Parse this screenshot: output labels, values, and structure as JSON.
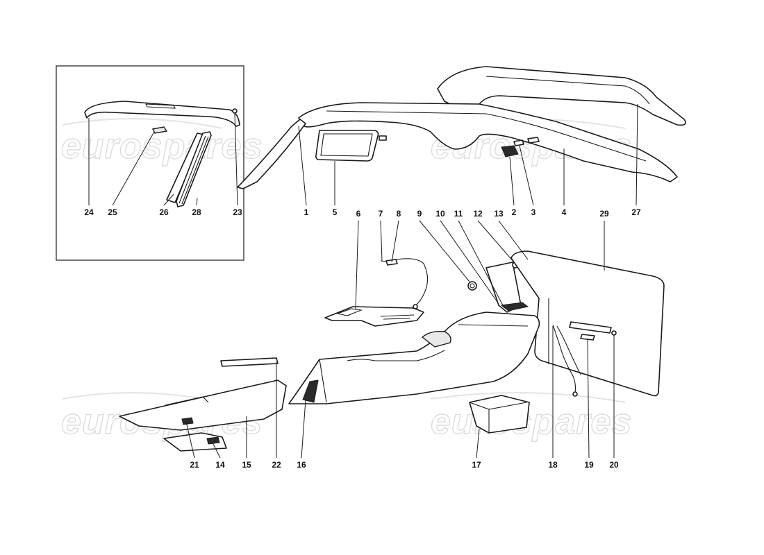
{
  "watermarks": [
    "eurospares",
    "eurospares",
    "eurospares",
    "eurospares"
  ],
  "callouts": [
    {
      "id": "24",
      "label": "24"
    },
    {
      "id": "25",
      "label": "25"
    },
    {
      "id": "26",
      "label": "26"
    },
    {
      "id": "28",
      "label": "28"
    },
    {
      "id": "23",
      "label": "23"
    },
    {
      "id": "1",
      "label": "1"
    },
    {
      "id": "5",
      "label": "5"
    },
    {
      "id": "2",
      "label": "2"
    },
    {
      "id": "3",
      "label": "3"
    },
    {
      "id": "4",
      "label": "4"
    },
    {
      "id": "27",
      "label": "27"
    },
    {
      "id": "6",
      "label": "6"
    },
    {
      "id": "7",
      "label": "7"
    },
    {
      "id": "8",
      "label": "8"
    },
    {
      "id": "9",
      "label": "9"
    },
    {
      "id": "10",
      "label": "10"
    },
    {
      "id": "11",
      "label": "11"
    },
    {
      "id": "12",
      "label": "12"
    },
    {
      "id": "13",
      "label": "13"
    },
    {
      "id": "29",
      "label": "29"
    },
    {
      "id": "21",
      "label": "21"
    },
    {
      "id": "14",
      "label": "14"
    },
    {
      "id": "15",
      "label": "15"
    },
    {
      "id": "22",
      "label": "22"
    },
    {
      "id": "16",
      "label": "16"
    },
    {
      "id": "17",
      "label": "17"
    },
    {
      "id": "18",
      "label": "18"
    },
    {
      "id": "19",
      "label": "19"
    },
    {
      "id": "20",
      "label": "20"
    }
  ]
}
